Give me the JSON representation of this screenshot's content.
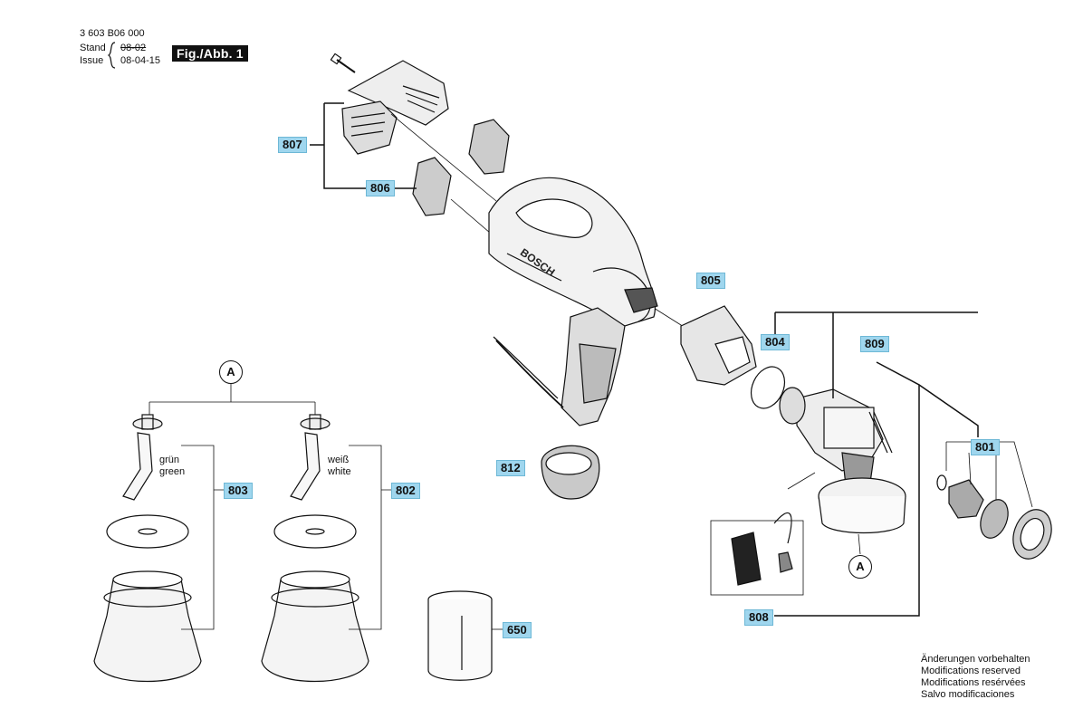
{
  "header": {
    "doc_number": "3 603 B06 000",
    "stand_label": "Stand",
    "stand_old": "08-02",
    "issue_label": "Issue",
    "issue_date": "08-04-15",
    "figure_tag": "Fig./Abb. 1"
  },
  "parts": {
    "p807": "807",
    "p806": "806",
    "p805": "805",
    "p804": "804",
    "p809": "809",
    "p801": "801",
    "p812": "812",
    "p803": "803",
    "p802": "802",
    "p650": "650",
    "p808": "808"
  },
  "callouts": {
    "a_top": "A",
    "a_right": "A"
  },
  "hose_labels": {
    "left_1": "grün",
    "left_2": "green",
    "right_1": "weiß",
    "right_2": "white"
  },
  "brand": "BOSCH",
  "notes": [
    "Änderungen vorbehalten",
    "Modifications reserved",
    "Modifications resérvées",
    "Salvo modificaciones"
  ]
}
